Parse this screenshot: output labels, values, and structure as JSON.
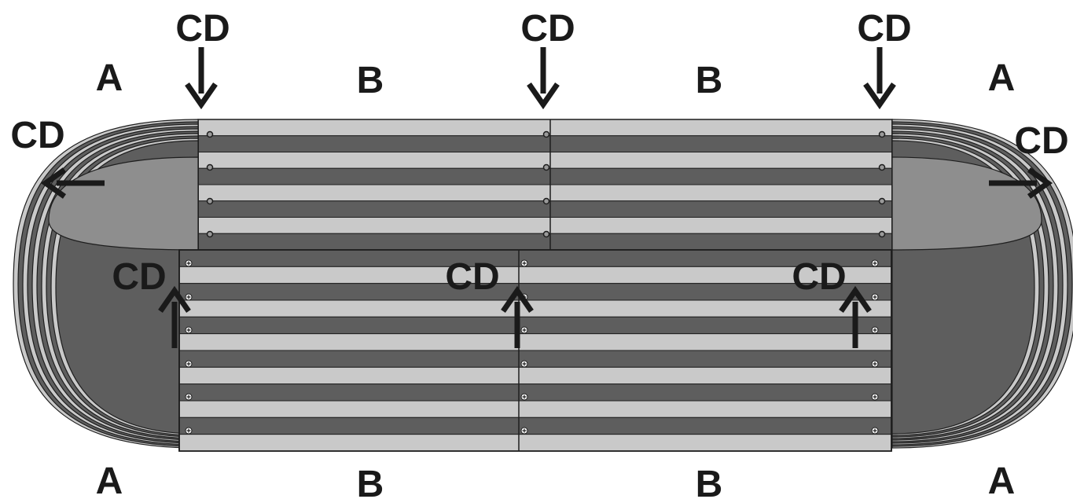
{
  "title": "",
  "labels": {
    "cd_top_left": "CD",
    "cd_top_center": "CD",
    "cd_top_right": "CD",
    "cd_side_left": "CD",
    "cd_side_right": "CD",
    "cd_front_left": "CD",
    "cd_front_center": "CD",
    "cd_front_right": "CD",
    "a_top_left": "A",
    "b_top_left": "B",
    "b_top_right": "B",
    "a_top_right": "A",
    "a_bottom_left": "A",
    "b_bottom_left": "B",
    "b_bottom_right": "B",
    "a_bottom_right": "A"
  },
  "colors": {
    "light_metal": "#c9c9c9",
    "dark_metal": "#5e5e5e",
    "mid_metal": "#8e8e8e",
    "outline": "#1e1e1e",
    "label": "#1a1a1a"
  }
}
